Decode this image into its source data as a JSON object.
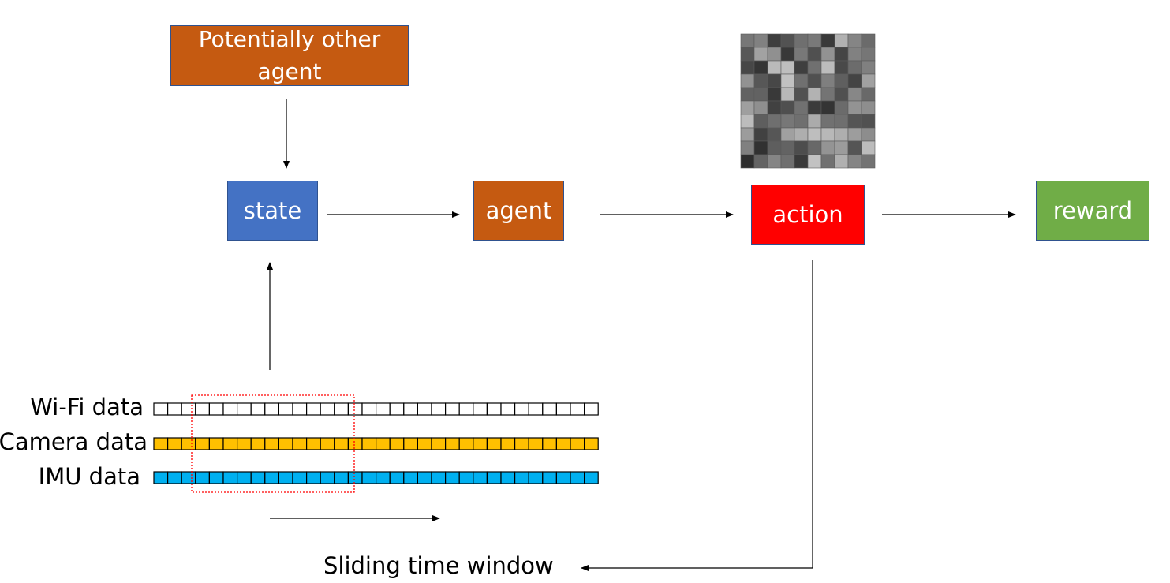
{
  "nodes": {
    "other_agent": "Potentially other agent",
    "state": "state",
    "agent": "agent",
    "action": "action",
    "reward": "reward"
  },
  "streams": [
    {
      "label": "Wi-Fi data",
      "fill": "#ffffff"
    },
    {
      "label": "Camera data",
      "fill": "#ffc000"
    },
    {
      "label": "IMU data",
      "fill": "#00b0f0"
    }
  ],
  "sliding_window_label": "Sliding time window",
  "colors": {
    "other_agent": "#c55a11",
    "state": "#4472c4",
    "agent": "#c55a11",
    "action": "#ff0000",
    "reward": "#70ad47",
    "window_outline": "#ff0000"
  },
  "icons": {
    "action_image": "grayscale-pixel-grid-icon"
  }
}
